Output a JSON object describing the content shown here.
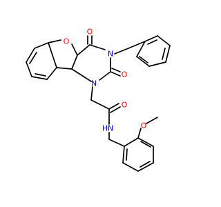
{
  "colors": {
    "background": "#ffffff",
    "bond": "#000000",
    "oxygen": "#ff0000",
    "nitrogen": "#0000ff",
    "carbon": "#000000"
  },
  "atoms": {
    "o_furan": "O",
    "o_carbonyl_top": "O",
    "n_phenyl": "N",
    "o_carbonyl_mid": "O",
    "n_ring": "N",
    "o_amide": "O",
    "nh": "H",
    "n_amide": "N",
    "o_methoxy": "O"
  }
}
